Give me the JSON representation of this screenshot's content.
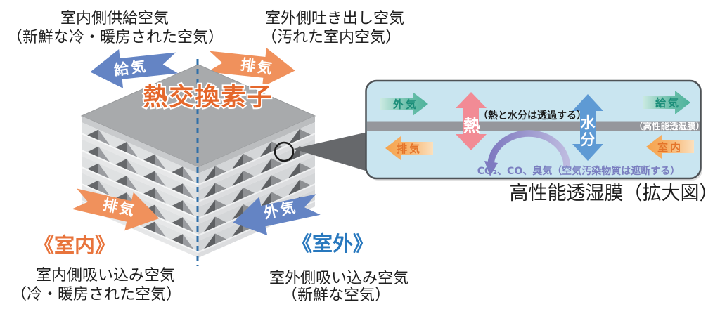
{
  "title": {
    "text": "熱交換素子",
    "color": "#E5682C"
  },
  "zones": {
    "indoor": {
      "label": "《室内》",
      "color": "#E8743C"
    },
    "outdoor": {
      "label": "《室外》",
      "color": "#2878BE"
    }
  },
  "annotations": {
    "top_left": {
      "line1": "室内側供給空気",
      "line2": "（新鮮な冷・暖房された空気）"
    },
    "top_right": {
      "line1": "室外側吐き出し空気",
      "line2": "（汚れた室内空気）"
    },
    "bottom_left": {
      "line1": "室内側吸い込み空気",
      "line2": "（冷・暖房された空気）"
    },
    "bottom_right": {
      "line1": "室外側吸い込み空気",
      "line2": "（新鮮な空気）"
    }
  },
  "flow_arrows": {
    "supply": {
      "label": "給気",
      "color": "#6484C4"
    },
    "exhaust_out": {
      "label": "排気",
      "color": "#F0915C"
    },
    "exhaust_in": {
      "label": "排気",
      "color": "#F0915C"
    },
    "outdoor_air": {
      "label": "外気",
      "color": "#6484C4"
    }
  },
  "divider_color": "#2F6FA8",
  "inset": {
    "background": "#C9E5F0",
    "membrane_bar_color": "#95979C",
    "caption": "高性能透湿膜（拡大図）",
    "arrows": {
      "outdoor": {
        "label": "外気",
        "text_color": "#1B8E79"
      },
      "supply": {
        "label": "給気",
        "text_color": "#1B8E79"
      },
      "exhaust": {
        "label": "排気",
        "text_color": "#E4742A"
      },
      "indoor": {
        "label": "室内",
        "text_color": "#E4742A"
      }
    },
    "heat": {
      "label": "熱",
      "color": "#F28B95"
    },
    "moisture": {
      "char1": "水",
      "char2": "分",
      "color": "#5E9AD4"
    },
    "permeate_note": "（熱と水分は透過する）",
    "membrane_label": "（高性能透湿膜）",
    "blocked_note": "CO₂、CO、臭気（空気汚染物質は遮断する）",
    "blocked_color": "#7A7EC0"
  }
}
